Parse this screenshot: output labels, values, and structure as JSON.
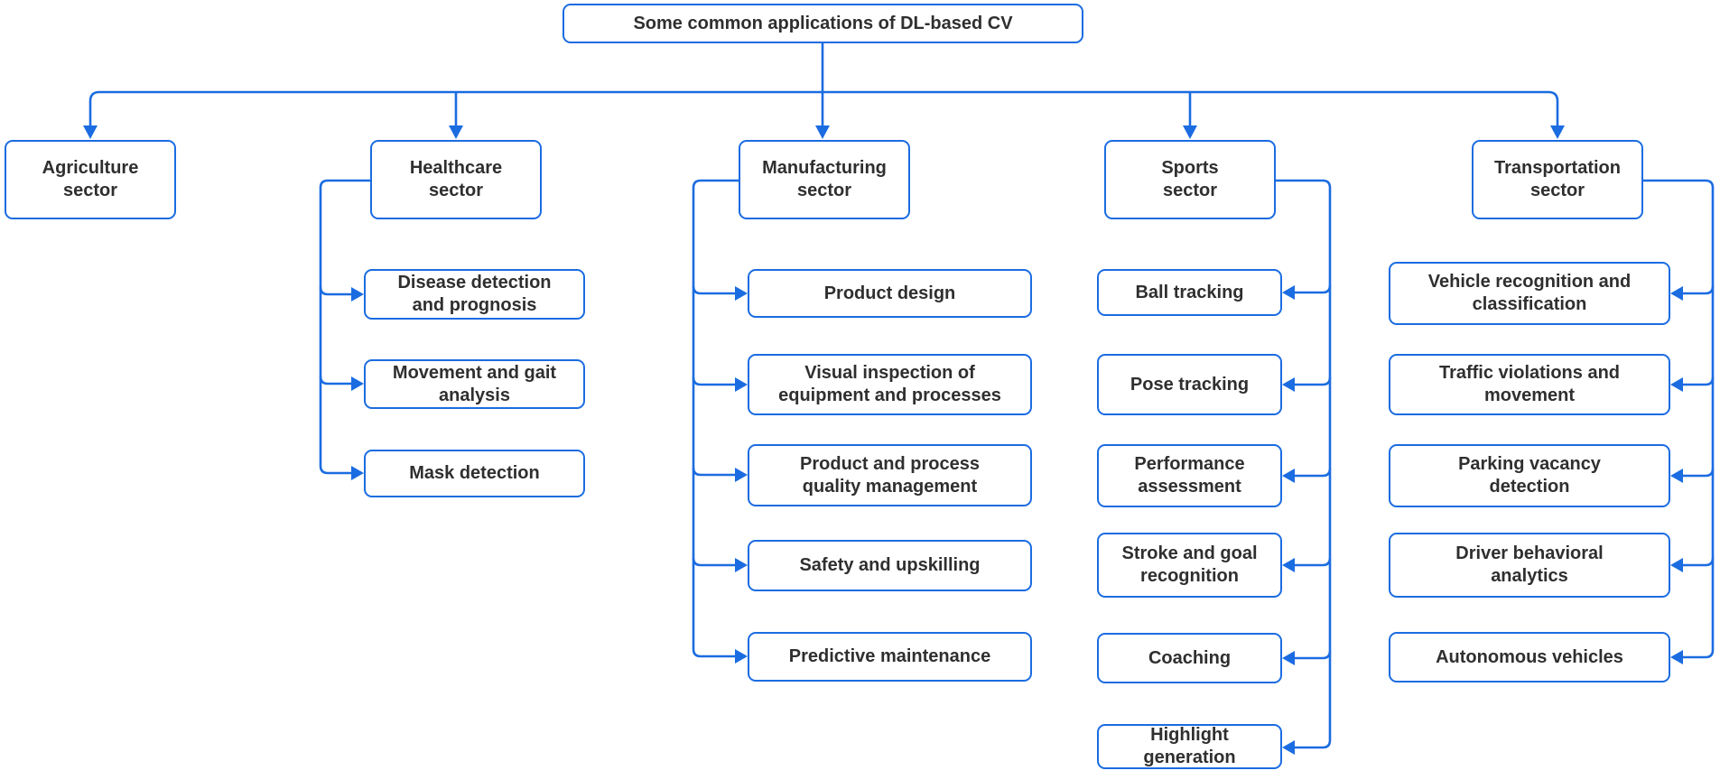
{
  "diagram": {
    "title": "Some common applications of DL-based CV",
    "colors": {
      "line": "#1b6ce1",
      "text": "#2f2f2f",
      "box_fill": "#ffffff",
      "background": "#ffffff"
    },
    "sectors": [
      {
        "label": "Agriculture\nsector",
        "children": []
      },
      {
        "label": "Healthcare\nsector",
        "children": [
          "Disease detection\nand prognosis",
          "Movement and gait\nanalysis",
          "Mask detection"
        ]
      },
      {
        "label": "Manufacturing\nsector",
        "children": [
          "Product design",
          "Visual inspection of\nequipment and processes",
          "Product and process\nquality management",
          "Safety and upskilling",
          "Predictive maintenance"
        ]
      },
      {
        "label": "Sports\nsector",
        "children": [
          "Ball tracking",
          "Pose tracking",
          "Performance\nassessment",
          "Stroke and goal\nrecognition",
          "Coaching",
          "Highlight\ngeneration"
        ]
      },
      {
        "label": "Transportation\nsector",
        "children": [
          "Vehicle recognition and\nclassification",
          "Traffic violations and\nmovement",
          "Parking vacancy\ndetection",
          "Driver behavioral\nanalytics",
          "Autonomous vehicles"
        ]
      }
    ]
  }
}
